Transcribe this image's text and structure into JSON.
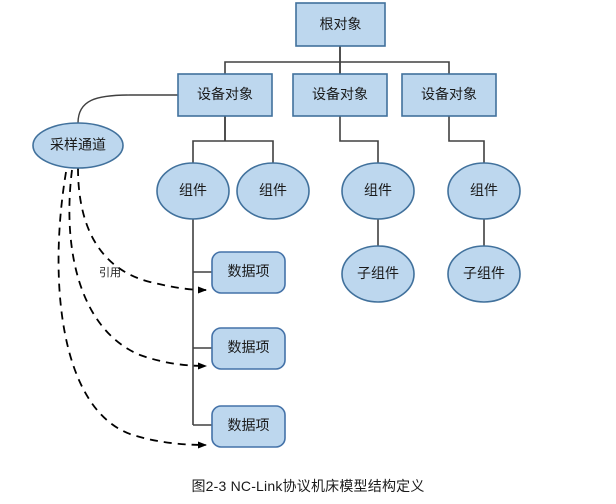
{
  "figure": {
    "caption": "图2-3 NC-Link协议机床模型结构定义",
    "colors": {
      "node_fill": "#bdd7ee",
      "node_stroke": "#41719c",
      "rounded_stroke": "#4472a8",
      "connector": "#404040",
      "dashed": "#000000",
      "text": "#1a1a1a",
      "background": "#ffffff"
    }
  },
  "nodes": {
    "root": {
      "label": "根对象",
      "shape": "rect"
    },
    "devices": [
      {
        "label": "设备对象",
        "shape": "rect"
      },
      {
        "label": "设备对象",
        "shape": "rect"
      },
      {
        "label": "设备对象",
        "shape": "rect"
      }
    ],
    "sampling_channel": {
      "label": "采样通道",
      "shape": "ellipse"
    },
    "components": [
      {
        "label": "组件",
        "shape": "ellipse"
      },
      {
        "label": "组件",
        "shape": "ellipse"
      },
      {
        "label": "组件",
        "shape": "ellipse"
      },
      {
        "label": "组件",
        "shape": "ellipse"
      }
    ],
    "subcomponents": [
      {
        "label": "子组件",
        "shape": "ellipse"
      },
      {
        "label": "子组件",
        "shape": "ellipse"
      }
    ],
    "data_items": [
      {
        "label": "数据项",
        "shape": "rounded-rect"
      },
      {
        "label": "数据项",
        "shape": "rounded-rect"
      },
      {
        "label": "数据项",
        "shape": "rounded-rect"
      }
    ]
  },
  "edges": {
    "reference_label": "引用"
  }
}
